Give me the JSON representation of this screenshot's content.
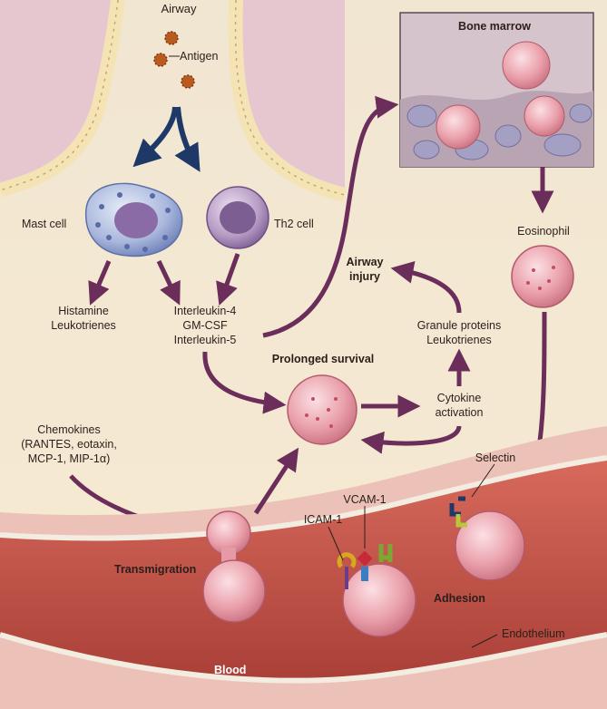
{
  "labels": {
    "airway": "Airway",
    "antigen": "Antigen",
    "mast_cell": "Mast cell",
    "th2_cell": "Th2 cell",
    "bone_marrow": "Bone marrow",
    "eosinophil": "Eosinophil",
    "histamine": "Histamine",
    "leukotrienes": "Leukotrienes",
    "interleukin_4": "Interleukin-4",
    "gm_csf": "GM-CSF",
    "interleukin_5": "Interleukin-5",
    "airway_injury_1": "Airway",
    "airway_injury_2": "injury",
    "granule_proteins": "Granule proteins",
    "granule_leukotrienes": "Leukotrienes",
    "prolonged_survival": "Prolonged survival",
    "cytokine": "Cytokine",
    "activation": "activation",
    "chemokines": "Chemokines",
    "chemokines_2": "(RANTES, eotaxin,",
    "chemokines_3": "MCP-1, MIP-1α)",
    "selectin": "Selectin",
    "vcam1": "VCAM-1",
    "icam1": "ICAM-1",
    "transmigration": "Transmigration",
    "adhesion": "Adhesion",
    "endothelium": "Endothelium",
    "blood": "Blood"
  },
  "colors": {
    "background": "#f6ecd6",
    "arrow_purple": "#6b2d5a",
    "arrow_navy": "#1e3868",
    "eosinophil_pink": "#e59aa6",
    "mast_cell_blue": "#a9b7dc",
    "th2_purple": "#a78ab5",
    "vessel_red": "#c85a4e"
  }
}
